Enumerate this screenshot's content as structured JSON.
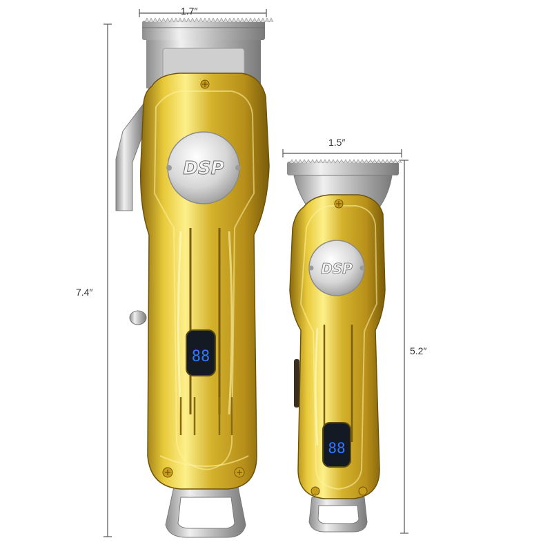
{
  "dimensions": {
    "large_clipper_width": "1.7″",
    "large_clipper_height": "7.4″",
    "small_trimmer_width": "1.5″",
    "small_trimmer_height": "5.2″"
  },
  "products": {
    "large_clipper_brand": "DSP",
    "small_trimmer_brand": "DSP",
    "display_reading": "88"
  },
  "colors": {
    "gold_body": "#d4b22c",
    "gold_highlight": "#fdf08a",
    "gold_shadow": "#8a6a0e",
    "steel": "#c8c8c8",
    "led_blue": "#2f78ff",
    "dimension_line": "#555555"
  }
}
